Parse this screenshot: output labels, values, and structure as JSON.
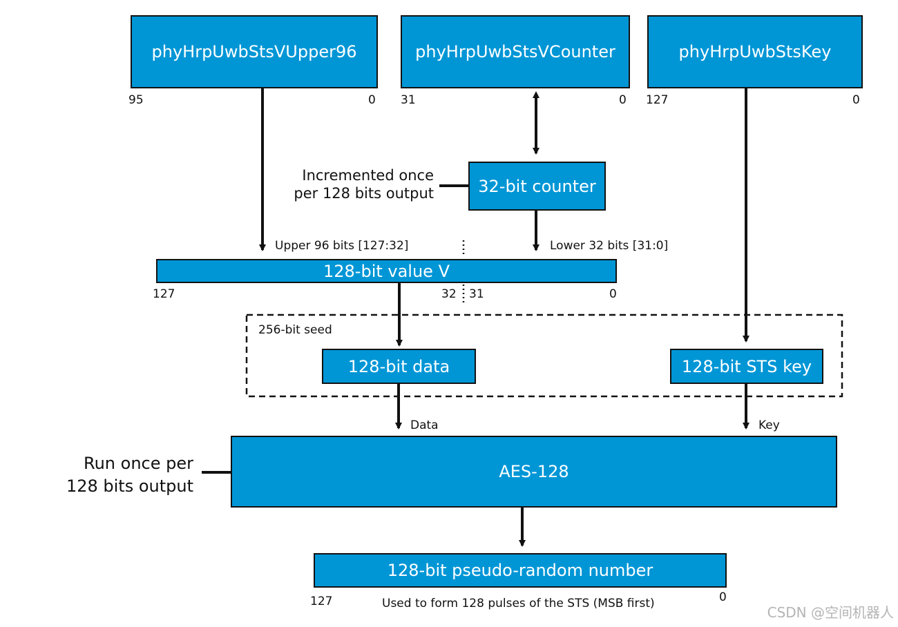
{
  "colors": {
    "box_fill": "#0096d6",
    "line": "#111111",
    "watermark": "#b4b4b4"
  },
  "registers": {
    "upper96": {
      "label": "phyHrpUwbStsVUpper96",
      "msb": "95",
      "lsb": "0"
    },
    "counter": {
      "label": "phyHrpUwbStsVCounter",
      "msb": "31",
      "lsb": "0"
    },
    "key": {
      "label": "phyHrpUwbStsKey",
      "msb": "127",
      "lsb": "0"
    }
  },
  "counter_block": {
    "label": "32-bit counter",
    "note_line1": "Incremented once",
    "note_line2": "per 128 bits output"
  },
  "value_v": {
    "label": "128-bit value V",
    "upper_label": "Upper 96 bits [127:32]",
    "lower_label": "Lower 32 bits [31:0]",
    "bit127": "127",
    "bit32": "32",
    "bit31": "31",
    "bit0": "0"
  },
  "seed": {
    "label": "256-bit seed",
    "data_block": "128-bit data",
    "key_block": "128-bit STS key"
  },
  "aes": {
    "label": "AES-128",
    "data_input": "Data",
    "key_input": "Key",
    "note_line1": "Run once per",
    "note_line2": "128 bits output"
  },
  "output": {
    "label": "128-bit pseudo-random number",
    "msb": "127",
    "lsb": "0",
    "caption": "Used to form 128 pulses of the STS (MSB first)"
  },
  "watermark": "CSDN @空间机器人"
}
